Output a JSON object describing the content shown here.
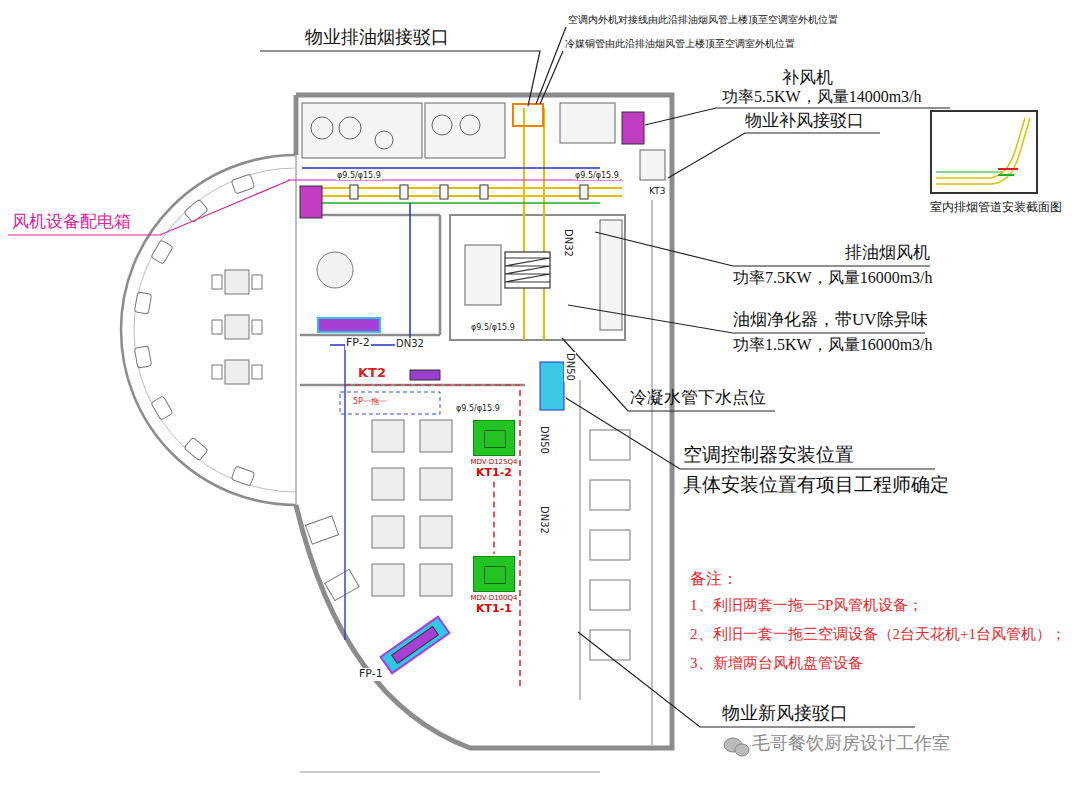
{
  "diagram": {
    "nodes": [
      {
        "text": [
          "室内排烟管道安装截面图"
        ]
      },
      {
        "text": [
          "MDV-D125Q4",
          "KT1-2"
        ]
      },
      {
        "text": [
          "MDV-D100Q4",
          "KT1-1"
        ]
      }
    ],
    "edges": [
      {
        "from": 1,
        "to": 2,
        "arrow": "none"
      }
    ],
    "labels": [
      "物业排油烟接驳口",
      "空调内外机对接线由此沿排油烟风管上楼顶至空调室外机位置",
      "冷媒铜管由此沿排油烟风管上楼顶至空调室外机位置",
      "补风机",
      "功率5.5KW，风量14000m3/h",
      "物业补风接驳口",
      "风机设备配电箱",
      "排油烟风机",
      "功率7.5KW，风量16000m3/h",
      "油烟净化器，带UV除异味",
      "功率1.5KW，风量16000m3/h",
      "冷凝水管下水点位",
      "空调控制器安装位置",
      "具体安装位置有项目工程师确定",
      "备注：",
      "1、利旧两套一拖一5P风管机设备；",
      "2、利旧一套一拖三空调设备（2台天花机+1台风管机）；",
      "3、新增两台风机盘管设备",
      "物业新风接驳口",
      "毛哥餐饮厨房设计工作室",
      "FP-2",
      "KT2",
      "5P一拖一",
      "FP-1",
      "KT3",
      "DN32",
      "DN32",
      "DN50",
      "DN50",
      "DN32",
      "φ9.5/φ15.9",
      "φ9.5/φ15.9",
      "φ9.5/φ15.9",
      "φ9.5/φ15.9"
    ]
  }
}
